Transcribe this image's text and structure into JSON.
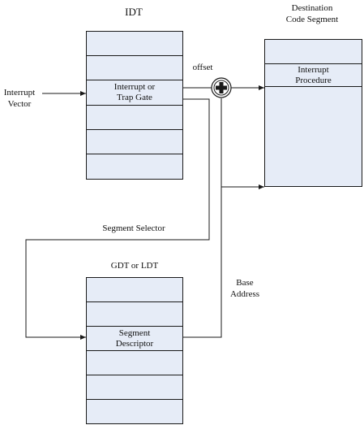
{
  "labels": {
    "idt": "IDT",
    "destination_line1": "Destination",
    "destination_line2": "Code Segment",
    "offset": "offset",
    "interrupt_vector_line1": "Interrupt",
    "interrupt_vector_line2": "Vector",
    "segment_selector": "Segment Selector",
    "gdt_ldt": "GDT or LDT",
    "base_address_line1": "Base",
    "base_address_line2": "Address"
  },
  "idt": {
    "gate_line1": "Interrupt or",
    "gate_line2": "Trap Gate"
  },
  "code_segment": {
    "procedure_line1": "Interrupt",
    "procedure_line2": "Procedure"
  },
  "gdt": {
    "descriptor_line1": "Segment",
    "descriptor_line2": "Descriptor"
  },
  "colors": {
    "box_fill": "#e6ecf7",
    "line": "#1a1a1a"
  }
}
